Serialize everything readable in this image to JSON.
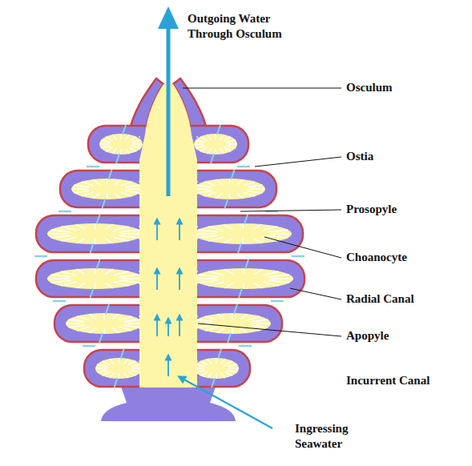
{
  "diagram": {
    "labels": [
      "Outgoing Water Through Osculum",
      "Osculum",
      "Ostia",
      "Prosopyle",
      "Choanocyte",
      "Radial Canal",
      "Apopyle",
      "Incurrent Canal",
      "Ingressing Seawater"
    ]
  }
}
